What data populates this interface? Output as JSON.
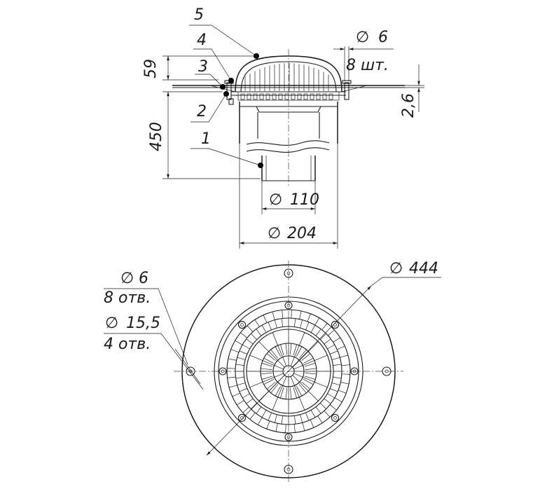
{
  "side_view": {
    "callouts": [
      "1",
      "2",
      "3",
      "4",
      "5"
    ],
    "dim_height_total": "450",
    "dim_height_grate": "59",
    "dim_flange_thickness": "2,6",
    "dim_screw_diameter": "6",
    "dim_screw_count": "8 шт.",
    "dim_pipe_diameter": "110",
    "dim_body_diameter": "204",
    "diameter_symbol": "∅"
  },
  "plan_view": {
    "dim_flange_diameter": "444",
    "dim_small_holes_diameter": "6",
    "dim_small_holes_count": "8 отв.",
    "dim_large_holes_diameter": "15,5",
    "dim_large_holes_count": "4 отв.",
    "diameter_symbol": "∅"
  }
}
